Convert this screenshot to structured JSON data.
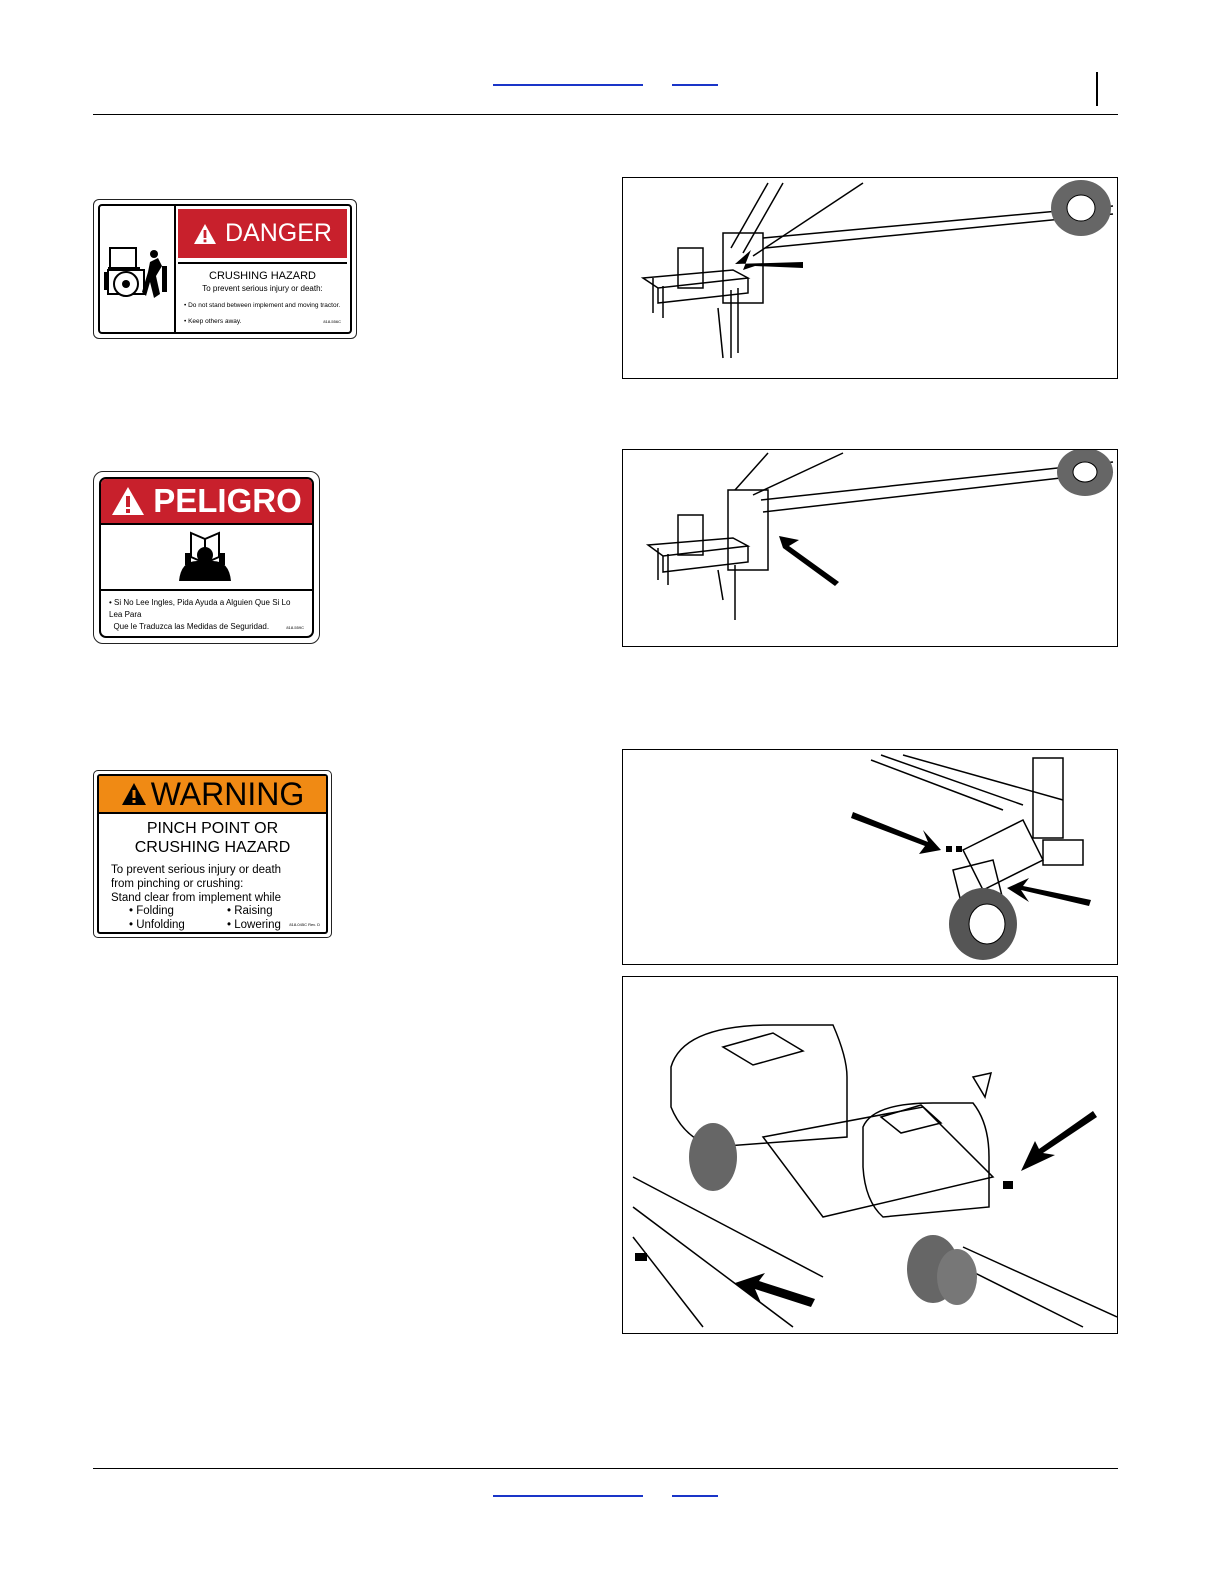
{
  "decals": {
    "danger": {
      "signal_word": "DANGER",
      "hazard": "CRUSHING HAZARD",
      "intro": "To prevent serious injury or death:",
      "bullets": [
        "Do not stand between implement and moving tractor.",
        "Keep others away."
      ],
      "code": "818-556C",
      "colors": {
        "header": "#c8202c"
      }
    },
    "peligro": {
      "signal_word": "PELIGRO",
      "message_line1": "Si No Lee Ingles, Pida Ayuda a Alguien Que Si Lo Lea Para",
      "message_line2": "Que le Traduzca las Medidas de Seguridad.",
      "code": "818-559C",
      "colors": {
        "header": "#c8202c"
      }
    },
    "warning": {
      "signal_word": "WARNING",
      "hazard_line1": "PINCH POINT OR",
      "hazard_line2": "CRUSHING HAZARD",
      "line1": "To prevent serious injury or death",
      "line2": "from pinching or crushing:",
      "line3": "Stand clear from implement while",
      "actions": [
        "Folding",
        "Raising",
        "Unfolding",
        "Lowering"
      ],
      "code": "818-045C Rev. D",
      "colors": {
        "header": "#f08a14"
      }
    }
  },
  "figures": [
    "hitch-decal-location",
    "hitch-decal-location-2",
    "wing-hinge-decal-locations",
    "cart-decal-locations"
  ],
  "icons": [
    "alert-triangle-icon",
    "tractor-crush-pictogram",
    "reading-operator-pictogram",
    "black-pointer-arrow-icon"
  ]
}
